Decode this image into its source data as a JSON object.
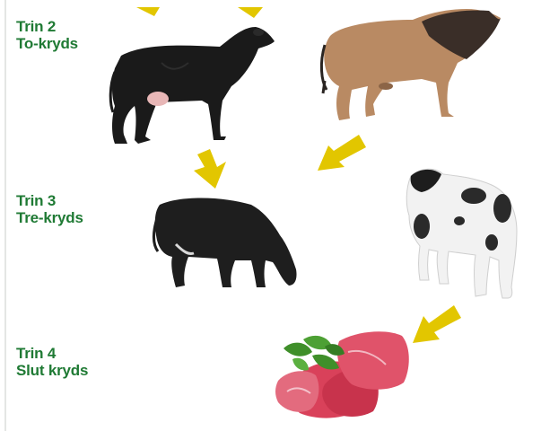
{
  "steps": [
    {
      "title": "Trin 2",
      "subtitle": "To-kryds"
    },
    {
      "title": "Trin 3",
      "subtitle": "Tre-kryds"
    },
    {
      "title": "Trin 4",
      "subtitle": "Slut kryds"
    }
  ],
  "colors": {
    "label_green": "#1f7a34",
    "arrow_yellow": "#e2c600",
    "black_cow": "#1a1a1a",
    "brown_cow": "#b98a63",
    "meat_red": "#d9415a",
    "herb_green": "#3f8f2a"
  },
  "icons": [
    "black-cow-icon",
    "brown-bull-icon",
    "grazing-cow-icon",
    "white-black-cow-icon",
    "meat-with-herbs-icon",
    "arrow-icon"
  ]
}
